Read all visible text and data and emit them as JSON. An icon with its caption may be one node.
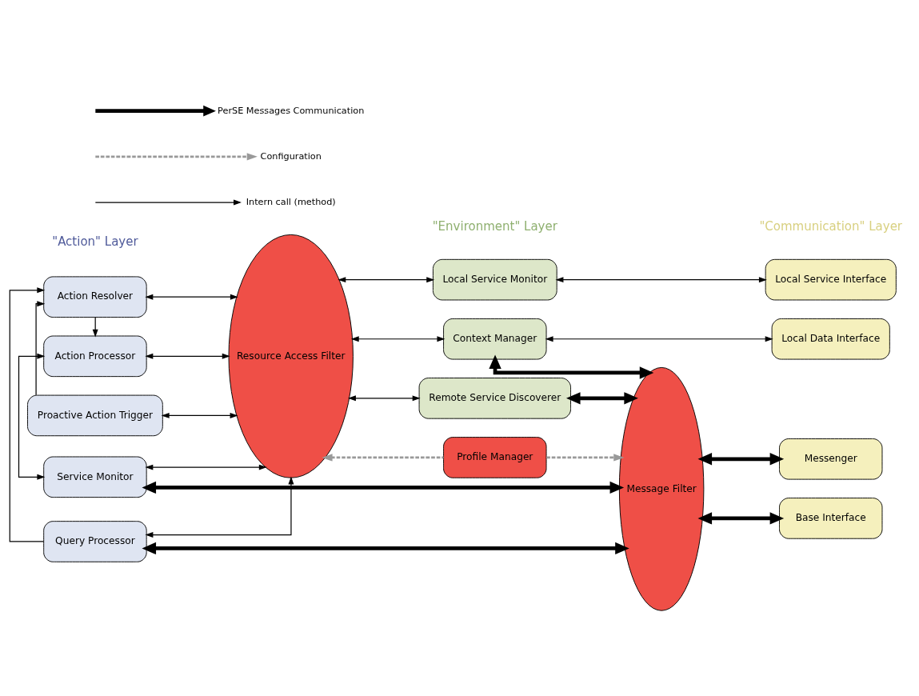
{
  "diagram": {
    "nodes": [
      {
        "text": [
          "Service Monitor"
        ]
      },
      {
        "text": [
          "Action Processor"
        ]
      },
      {
        "text": [
          "Action Resolver"
        ]
      },
      {
        "text": [
          "Proactive Action Trigger"
        ]
      },
      {
        "text": [
          "Query Processor"
        ]
      },
      {
        "text": [
          "Resource Access Filter"
        ]
      },
      {
        "text": [
          "Local Service Monitor"
        ]
      },
      {
        "text": [
          "Context Manager"
        ]
      },
      {
        "text": [
          "Remote Service Discoverer"
        ]
      },
      {
        "text": [
          "Profile Manager"
        ]
      },
      {
        "text": [
          "Local Service Interface"
        ]
      },
      {
        "text": [
          "Local Data Interface"
        ]
      },
      {
        "text": [
          "Message Filter"
        ]
      },
      {
        "text": [
          "Messenger"
        ]
      },
      {
        "text": [
          "Base Interface"
        ]
      }
    ],
    "edges": [
      {
        "from": 0,
        "to": 5,
        "arrow": "both"
      },
      {
        "from": 0,
        "to": 1,
        "arrow": "both"
      },
      {
        "from": 2,
        "to": 1,
        "arrow": "to"
      },
      {
        "from": 3,
        "to": 2,
        "arrow": "to"
      },
      {
        "from": 4,
        "to": 2,
        "arrow": "to"
      },
      {
        "from": 1,
        "to": 5,
        "arrow": "both"
      },
      {
        "from": 2,
        "to": 5,
        "arrow": "both"
      },
      {
        "from": 3,
        "to": 5,
        "arrow": "both"
      },
      {
        "from": 4,
        "to": 5,
        "arrow": "both"
      },
      {
        "from": 0,
        "to": 12,
        "arrow": "both",
        "style": "thick"
      },
      {
        "from": 4,
        "to": 12,
        "arrow": "both",
        "style": "thick"
      },
      {
        "from": 5,
        "to": 6,
        "arrow": "both"
      },
      {
        "from": 5,
        "to": 7,
        "arrow": "both"
      },
      {
        "from": 5,
        "to": 8,
        "arrow": "both"
      },
      {
        "from": 6,
        "to": 10,
        "arrow": "both"
      },
      {
        "from": 7,
        "to": 11,
        "arrow": "both"
      },
      {
        "from": 7,
        "to": 12,
        "arrow": "both",
        "style": "thick"
      },
      {
        "from": 8,
        "to": 12,
        "arrow": "both",
        "style": "thick"
      },
      {
        "from": 9,
        "to": 5,
        "arrow": "to",
        "style": "dashed",
        "color": "#999999"
      },
      {
        "from": 9,
        "to": 12,
        "arrow": "to",
        "style": "dashed",
        "color": "#999999"
      },
      {
        "from": 12,
        "to": 13,
        "arrow": "both",
        "style": "thick"
      },
      {
        "from": 12,
        "to": 14,
        "arrow": "both",
        "style": "thick"
      }
    ],
    "labels": [
      "\"Action\" Layer",
      "\"Environment\" Layer",
      "\"Communication\" Layer"
    ],
    "legend": [
      {
        "text": "PerSE Messages Communication"
      },
      {
        "text": "Configuration"
      },
      {
        "text": "Intern call (method)"
      }
    ]
  }
}
